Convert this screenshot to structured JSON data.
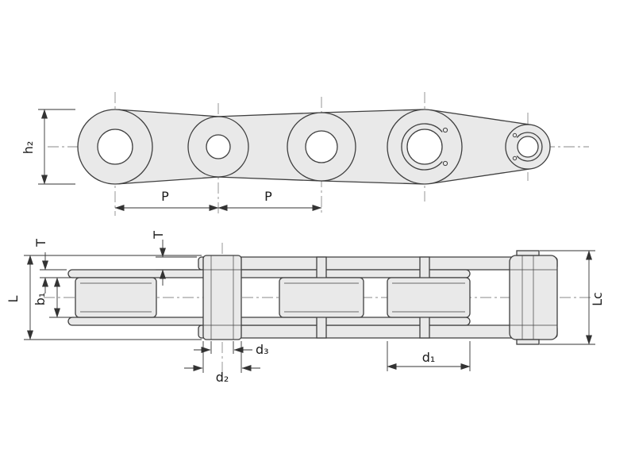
{
  "diagram": {
    "colors": {
      "background": "#ffffff",
      "part_fill": "#e9e9e9",
      "outline": "#3f3f3f",
      "centerline": "#8a8a8a",
      "dimension": "#333333",
      "text": "#1a1a1a"
    },
    "labels": {
      "h2": "h₂",
      "p1": "P",
      "p2": "P",
      "t1": "T",
      "t2": "T",
      "L": "L",
      "b1": "b₁",
      "Lc": "Lc",
      "d3": "d₃",
      "d2": "d₂",
      "d1": "d₁"
    }
  }
}
